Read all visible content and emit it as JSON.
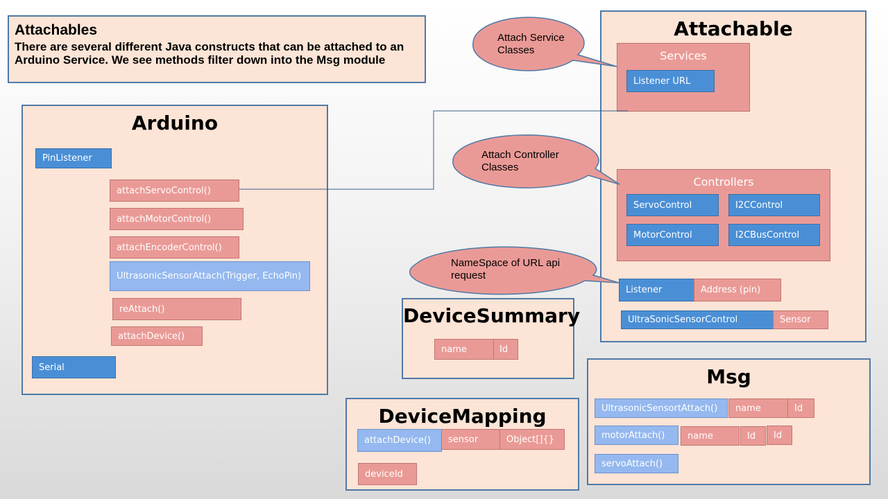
{
  "header": {
    "title": "Attachables",
    "description": "There are several different Java constructs that can be attached to an Arduino Service.  We see methods filter down into the Msg module"
  },
  "arduino": {
    "title": "Arduino",
    "pin_listener": "PinListener",
    "attach_servo_control": "attachServoControl()",
    "attach_motor_control": "attachMotorControl()",
    "attach_encoder_control": "attachEncoderControl()",
    "ultrasonic_sensor_attach": "UltrasonicSensorAttach(Trigger, EchoPin)",
    "re_attach": "reAttach()",
    "attach_device": "attachDevice()",
    "serial": "Serial"
  },
  "attachable": {
    "title": "Attachable",
    "services_title": "Services",
    "listener_url": "Listener URL",
    "controllers_title": "Controllers",
    "servo_control": "ServoControl",
    "i2c_control": "I2CControl",
    "motor_control": "MotorControl",
    "i2c_bus_control": "I2CBusControl",
    "listener": "Listener",
    "address_pin": "Address (pin)",
    "ultrasonic_sensor_control": "UltraSonicSensorControl",
    "sensor": "Sensor"
  },
  "callouts": {
    "service_classes": "Attach Service Classes",
    "controller_classes": "Attach Controller Classes",
    "namespace": "NameSpace of URL api request"
  },
  "device_summary": {
    "title": "DeviceSummary",
    "name": "name",
    "id": "Id"
  },
  "device_mapping": {
    "title": "DeviceMapping",
    "attach_device": "attachDevice()",
    "sensor": "sensor",
    "object": "Object[]{}",
    "device_id": "deviceId"
  },
  "msg": {
    "title": "Msg",
    "ultrasonic_attach": "UltrasonicSensortAttach()",
    "ultrasonic_name": "name",
    "ultrasonic_id": "Id",
    "motor_attach": "motorAttach()",
    "motor_name": "name",
    "motor_id1": "Id",
    "motor_id2": "Id",
    "servo_attach": "servoAttach()"
  },
  "colors": {
    "panel_fill": "#fce4d6",
    "panel_border": "#4f79a7",
    "blue_box": "#4a8fd6",
    "light_blue_box": "#94b8ef",
    "pink_box": "#ea9a96"
  }
}
